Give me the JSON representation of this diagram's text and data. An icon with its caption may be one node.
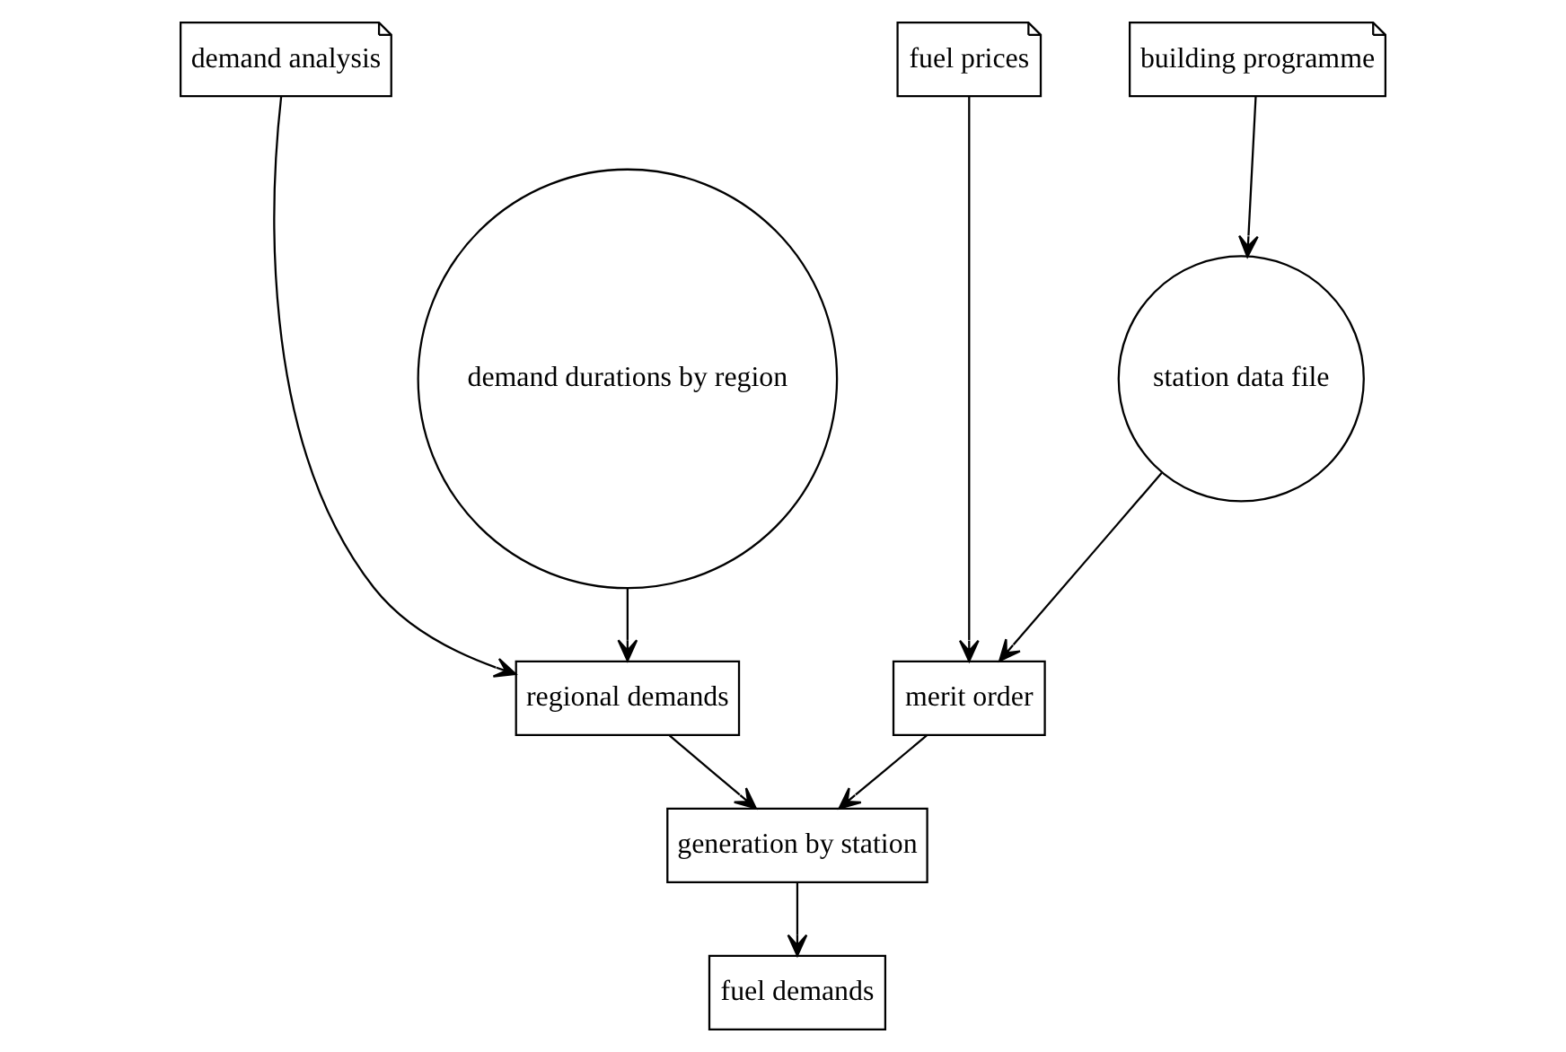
{
  "diagram": {
    "nodes": [
      {
        "text": [
          "demand analysis"
        ]
      },
      {
        "text": [
          "fuel prices"
        ]
      },
      {
        "text": [
          "building programme"
        ]
      },
      {
        "text": [
          "demand durations by region"
        ]
      },
      {
        "text": [
          "station data file"
        ]
      },
      {
        "text": [
          "regional demands"
        ]
      },
      {
        "text": [
          "merit order"
        ]
      },
      {
        "text": [
          "generation by station"
        ]
      },
      {
        "text": [
          "fuel demands"
        ]
      }
    ],
    "edges": [
      {
        "from": 0,
        "to": 5,
        "arrow": "to"
      },
      {
        "from": 3,
        "to": 5,
        "arrow": "to"
      },
      {
        "from": 2,
        "to": 4,
        "arrow": "to"
      },
      {
        "from": 1,
        "to": 6,
        "arrow": "to"
      },
      {
        "from": 4,
        "to": 6,
        "arrow": "to"
      },
      {
        "from": 5,
        "to": 7,
        "arrow": "to"
      },
      {
        "from": 6,
        "to": 7,
        "arrow": "to"
      },
      {
        "from": 7,
        "to": 8,
        "arrow": "to"
      }
    ]
  }
}
